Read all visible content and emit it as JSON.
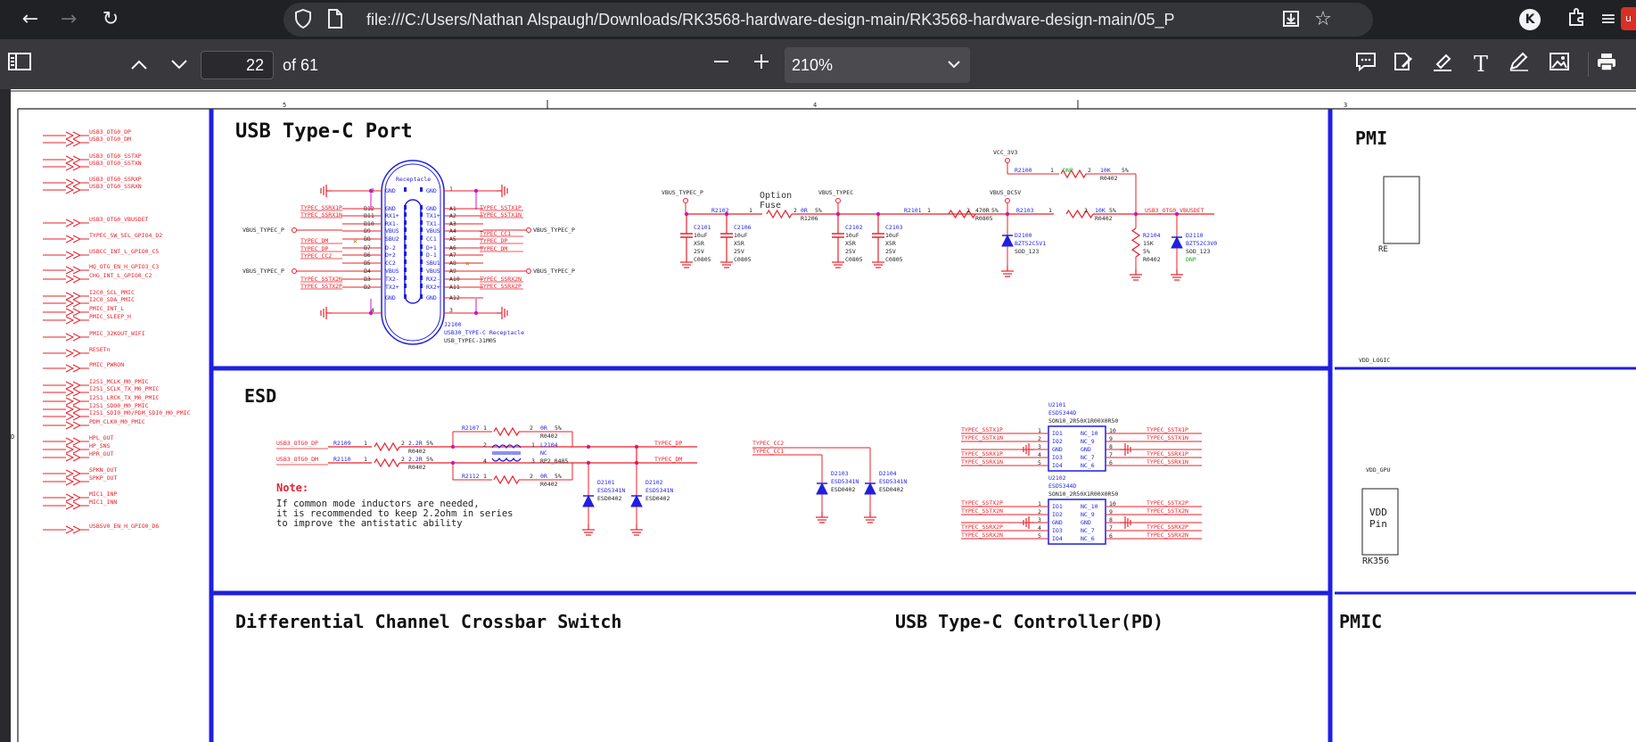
{
  "browser": {
    "url": "file:///C:/Users/Nathan Alspaugh/Downloads/RK3568-hardware-design-main/RK3568-hardware-design-main/05_P",
    "profile_initial": "K",
    "ext_badge": "u"
  },
  "pdf_toolbar": {
    "page_number": "22",
    "page_count": "of 61",
    "zoom": "210%"
  },
  "schematic": {
    "col_labels": [
      "5",
      "4",
      "3"
    ],
    "row_label": "D",
    "sections": {
      "usb_typec_port": "USB Type-C Port",
      "esd": "ESD",
      "crossbar": "Differential Channel Crossbar Switch",
      "controller": "USB Type-C Controller(PD)",
      "pmic_top": "PMI",
      "pmic_bottom": "PMIC"
    },
    "left_nets": [
      "USB3_OTG0_DP",
      "USB3_OTG0_DM",
      "USB3_OTG0_SSTXP",
      "USB3_OTG0_SSTXN",
      "USB3_OTG0_SSRXP",
      "USB3_OTG0_SSRXN",
      "USB3_OTG0_VBUSDET",
      "TYPEC_SW_SEL_GPIO4_D2",
      "USBCC_INT_L_GPIO0_C5",
      "HQ_OTG_EN_H_GPIO3_C3",
      "CHG_INT_L_GPIO0_C2",
      "I2C0_SCL_PMIC",
      "I2C0_SDA_PMIC",
      "PMIC_INT_L",
      "PMIC_SLEEP_H",
      "PMIC_32KOUT_WIFI",
      "RESETn",
      "PMIC_PWRON",
      "I2S1_MCLK_M0_PMIC",
      "I2S1_SCLK_TX_M0_PMIC",
      "I2S1_LRCK_TX_M0_PMIC",
      "I2S1_SDO0_M0_PMIC",
      "I2S1_SDI0_M0/PDM_SDI0_M0_PMIC",
      "PDM_CLK0_M0_PMIC",
      "HPL_OUT",
      "HP_SNS",
      "HPR_OUT",
      "SPKN_OUT",
      "SPKP_OUT",
      "MIC1_INP",
      "MIC1_INN",
      "USB5V0_EN_H_GPIO0_D6"
    ],
    "connector": {
      "title": "Receptacle",
      "left_pins": [
        "GND",
        "GND",
        "RX1+",
        "RX1-",
        "VBUS",
        "SBU2",
        "D-2",
        "D+2",
        "CC2",
        "VBUS",
        "TX2-",
        "TX2+",
        "GND"
      ],
      "left_nums": [
        "B12",
        "B11",
        "B10",
        "B9",
        "B8",
        "B7",
        "B6",
        "B5",
        "B4",
        "B3",
        "B2"
      ],
      "right_pins": [
        "GND",
        "GND",
        "TX1+",
        "TX1-",
        "VBUS",
        "CC1",
        "D+1",
        "D-1",
        "SBU1",
        "VBUS",
        "RX2-",
        "RX2+",
        "GND"
      ],
      "right_nums": [
        "A1",
        "A2",
        "A3",
        "A4",
        "A5",
        "A6",
        "A7",
        "A8",
        "A9",
        "A10",
        "A11",
        "A12"
      ],
      "ref": "J2100",
      "value": "USB30_TYPE-C Receptacle",
      "footprint": "USB_TYPEC-31M05",
      "left_nets": [
        "TYPEC_SSRX1P",
        "TYPEC_SSRX1N",
        "VBUS_TYPEC_P",
        "TYPEC_DM",
        "TYPEC_DP",
        "TYPEC_CC2",
        "VBUS_TYPEC_P",
        "TYPEC_SSTX2N",
        "TYPEC_SSTX2P"
      ],
      "right_nets": [
        "TYPEC_SSTX1P",
        "TYPEC_SSTX1N",
        "TYPEC_CC1",
        "VBUS_TYPEC_P",
        "TYPEC_DP",
        "TYPEC_DM",
        "VBUS_TYPEC_P",
        "TYPEC_SSRX2N",
        "TYPEC_SSRX2P"
      ]
    },
    "vbus": {
      "nets": [
        "VBUS_TYPEC_P",
        "VBUS_TYPEC",
        "VBUS_DC5V",
        "VCC_3V3",
        "USB3_OTG0_VBUSDET"
      ],
      "option_fuse": "Option\nFuse",
      "parts": [
        {
          "ref": "C2101",
          "lines": [
            "10uF",
            "X5R",
            "25V",
            "C0805"
          ]
        },
        {
          "ref": "C2106",
          "lines": [
            "10uF",
            "X5R",
            "25V",
            "C0805"
          ]
        },
        {
          "ref": "R2102",
          "lines": [
            "0R",
            "5%",
            "R1206"
          ]
        },
        {
          "ref": "C2102",
          "lines": [
            "10uF",
            "X5R",
            "25V",
            "C0805"
          ]
        },
        {
          "ref": "C2103",
          "lines": [
            "10uF",
            "X5R",
            "25V",
            "C0805"
          ]
        },
        {
          "ref": "R2101",
          "lines": [
            "470R",
            "5%",
            "R0805"
          ]
        },
        {
          "ref": "R2103",
          "lines": [
            "10K",
            "5%",
            "R0402"
          ]
        },
        {
          "ref": "R2100",
          "lines": [
            "10K",
            "5%",
            "R0402"
          ]
        },
        {
          "ref": "D2100",
          "lines": [
            "BZT52C5V1",
            "SOD_123"
          ]
        },
        {
          "ref": "R2104",
          "lines": [
            "15K",
            "5%",
            "R0402"
          ]
        },
        {
          "ref": "D2110",
          "lines": [
            "BZT52C3V0",
            "SOD_123",
            "DNP"
          ]
        }
      ]
    },
    "esd_block": {
      "nets_in": [
        "USB3_OTG0_DP",
        "USB3_OTG0_DM"
      ],
      "nets_out": [
        "TYPEC_DP",
        "TYPEC_DM"
      ],
      "r2109": "R2109",
      "r2110": "R2110",
      "r_val": "2.2R",
      "r_tol": "5%",
      "r_fp": "R0402",
      "r2107": "R2107",
      "r2112": "R2112",
      "r0": "0R",
      "l2104": "L2104",
      "l_nc": "NC",
      "l_fp": "RP2_0405",
      "note_title": "Note:",
      "note_lines": [
        "If common mode inductors are needed,",
        "it is recommended to keep 2.2ohm in series",
        "to improve the antistatic ability"
      ],
      "diodes": [
        {
          "ref": "D2101",
          "val": "ESD5341N",
          "fp": "ESD0402"
        },
        {
          "ref": "D2102",
          "val": "ESD5341N",
          "fp": "ESD0402"
        },
        {
          "ref": "D2103",
          "val": "ESD5341N",
          "fp": "ESD0402"
        },
        {
          "ref": "D2104",
          "val": "ESD5341N",
          "fp": "ESD0402"
        }
      ],
      "cc_nets": [
        "TYPEC_CC2",
        "TYPEC_CC1"
      ]
    },
    "esd_arrays": [
      {
        "ref": "U2101",
        "val": "ESD5344D",
        "fp": "SON10_2R50X1R00X0R50",
        "in_nets": [
          "TYPEC_SSTX1P",
          "TYPEC_SSTX1N",
          "TYPEC_SSRX1P",
          "TYPEC_SSRX1N"
        ],
        "out_nets": [
          "TYPEC_SSTX1P",
          "TYPEC_SSTX1N",
          "TYPEC_SSRX1P",
          "TYPEC_SSRX1N"
        ]
      },
      {
        "ref": "U2102",
        "val": "ESD5344D",
        "fp": "SON10_2R50X1R00X0R50",
        "in_nets": [
          "TYPEC_SSTX2P",
          "TYPEC_SSTX2N",
          "TYPEC_SSRX2P",
          "TYPEC_SSRX2N"
        ],
        "out_nets": [
          "TYPEC_SSTX2P",
          "TYPEC_SSTX2N",
          "TYPEC_SSRX2P",
          "TYPEC_SSRX2N"
        ]
      }
    ],
    "esd_array_pins_left": [
      "IO1",
      "IO2",
      "GND",
      "IO3",
      "IO4"
    ],
    "esd_array_pins_right": [
      "NC_10",
      "NC_9",
      "GND",
      "NC_7",
      "NC_6"
    ],
    "right_partial": {
      "re": "RE",
      "vdd_logic": "VDD_LOGIC",
      "vdd_gpu": "VDD_GPU",
      "vdd_box": "VDD\nPin",
      "rk": "RK356"
    }
  }
}
